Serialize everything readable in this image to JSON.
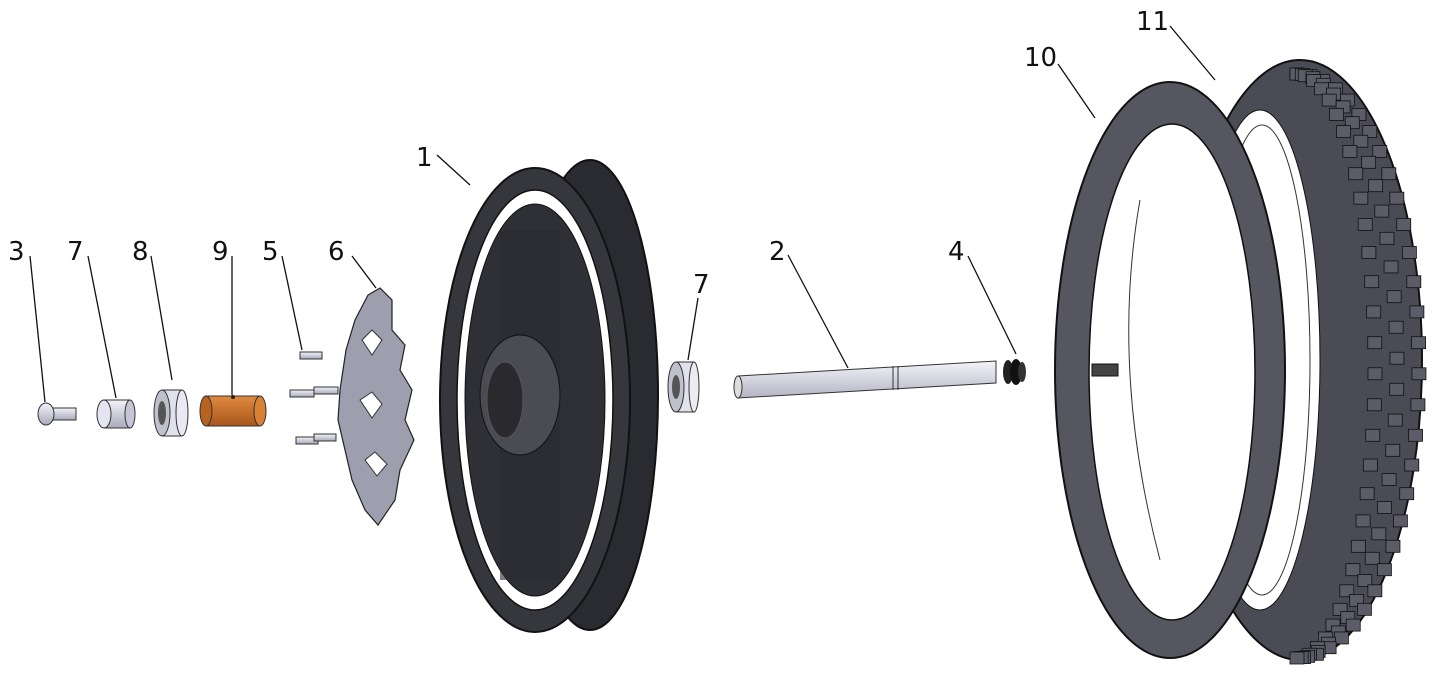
{
  "callouts": {
    "c1": "1",
    "c2": "2",
    "c3": "3",
    "c4": "4",
    "c5": "5",
    "c6": "6",
    "c7a": "7",
    "c7b": "7",
    "c8": "8",
    "c9": "9",
    "c10": "10",
    "c11": "11"
  },
  "colors": {
    "wheel": "#2e2f33",
    "tire": "#4a4b55",
    "tube": "#55565f",
    "spacer_orange": "#c8712c",
    "metal": "#d8d9e6",
    "disc": "#9a9bab"
  }
}
